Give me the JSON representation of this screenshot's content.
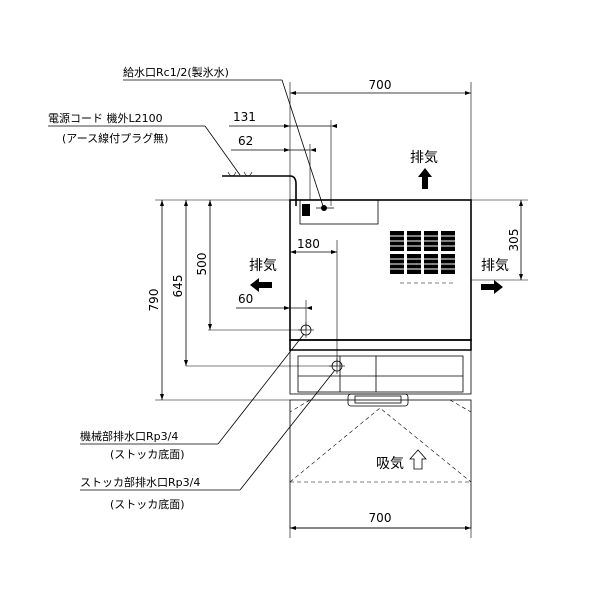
{
  "dimensions": {
    "top_width": "700",
    "d131": "131",
    "d62": "62",
    "d180": "180",
    "d60": "60",
    "d305": "305",
    "d790": "790",
    "d645": "645",
    "d500": "500",
    "bottom_width": "700"
  },
  "labels": {
    "water_supply": "給水口Rc1/2(製氷水)",
    "power_cord": "電源コード 機外L2100",
    "power_cord_note": "(アース線付プラグ無)",
    "exhaust_top": "排気",
    "exhaust_left": "排気",
    "exhaust_right": "排気",
    "intake": "吸気",
    "machine_drain": "機械部排水口Rp3/4",
    "machine_drain_note": "(ストッカ底面)",
    "stocker_drain": "ストッカ部排水口Rp3/4",
    "stocker_drain_note": "(ストッカ底面)"
  },
  "icons": [
    "arrow-up-icon",
    "arrow-left-icon",
    "arrow-right-icon",
    "outline-arrow-up-icon"
  ]
}
